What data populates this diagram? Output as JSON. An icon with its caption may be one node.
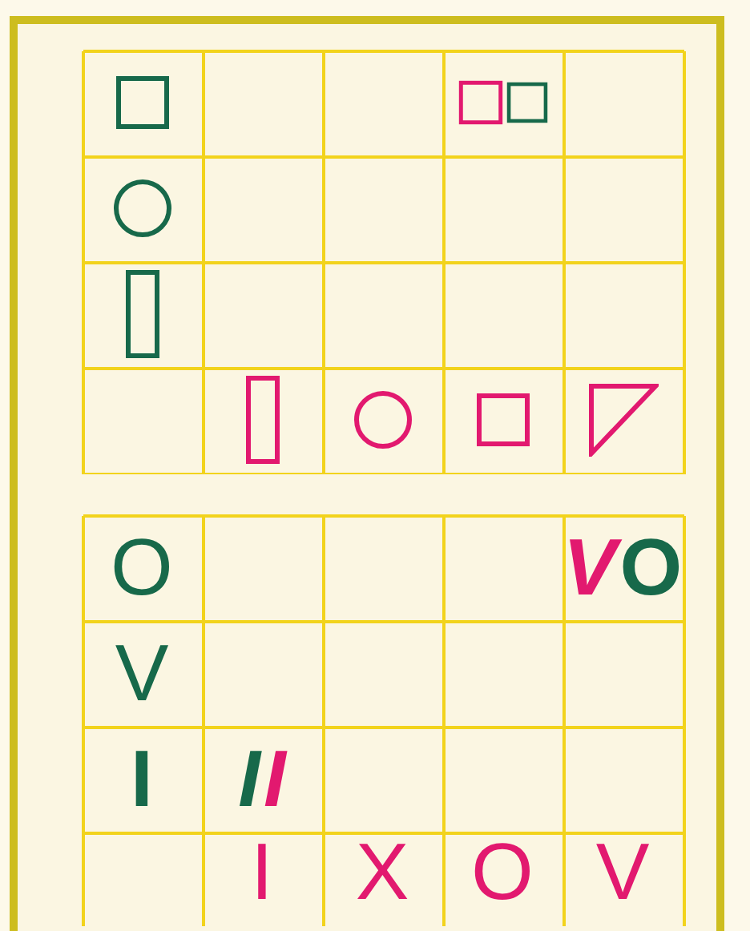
{
  "diagram": {
    "labels": [
      "O",
      "V",
      "O",
      "V",
      "I",
      "I",
      "I",
      "I",
      "X",
      "O",
      "V"
    ]
  }
}
